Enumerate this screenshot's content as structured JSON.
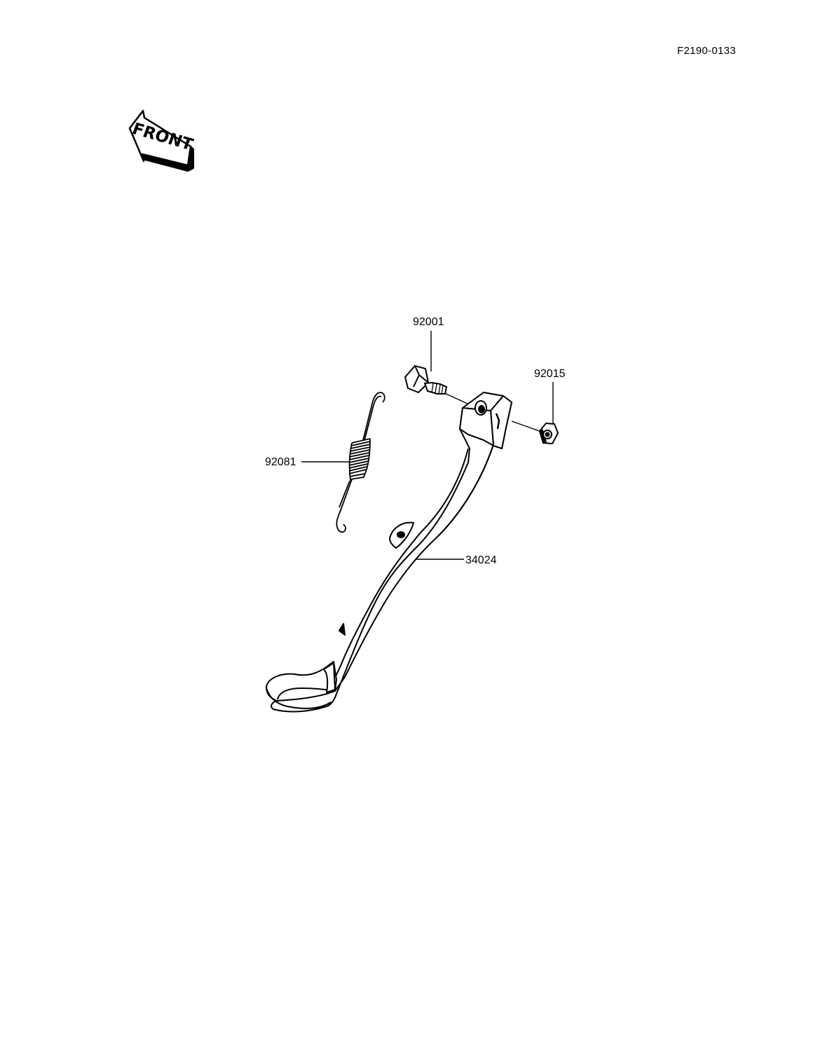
{
  "figure_code": "F2190-0133",
  "front_badge": {
    "text": "FRONT",
    "icon": "front-direction-arrow-icon"
  },
  "parts": [
    {
      "number": "92001",
      "icon": "bolt-icon"
    },
    {
      "number": "92015",
      "icon": "nut-icon"
    },
    {
      "number": "92081",
      "icon": "spring-icon"
    },
    {
      "number": "34024",
      "icon": "side-stand-icon"
    }
  ],
  "colors": {
    "ink": "#000000",
    "paper": "#ffffff"
  }
}
